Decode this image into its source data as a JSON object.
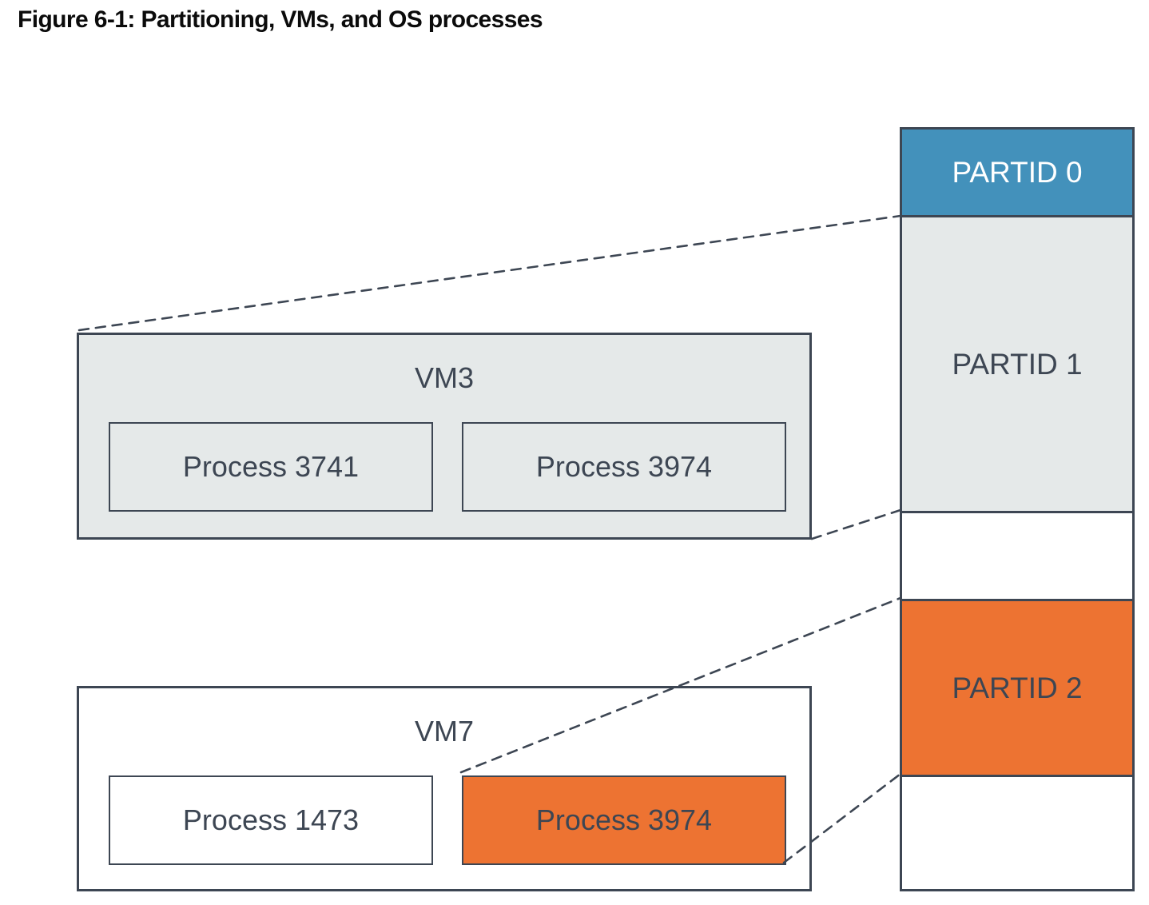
{
  "figure_title": "Figure 6-1: Partitioning, VMs, and OS processes",
  "colors": {
    "partition_blue": "#4391BB",
    "partition_gray": "#E5E9E9",
    "partition_orange": "#ED7332",
    "outline_dark": "#3D4653",
    "text_on_blue": "#FFFFFF",
    "text_dark": "#3D4653",
    "connector": "#3D4653",
    "background": "#FFFFFF"
  },
  "partition_column": {
    "segments": [
      {
        "label": "PARTID 0",
        "fill": "#4391BB",
        "text_color": "#FFFFFF"
      },
      {
        "label": "PARTID 1",
        "fill": "#E5E9E9",
        "text_color": "#3D4653"
      },
      {
        "label": "",
        "fill": "#FFFFFF",
        "text_color": "#3D4653"
      },
      {
        "label": "PARTID 2",
        "fill": "#ED7332",
        "text_color": "#3D4653"
      },
      {
        "label": "",
        "fill": "#FFFFFF",
        "text_color": "#3D4653"
      }
    ]
  },
  "vms": [
    {
      "label": "VM3",
      "fill": "#E5E9E9",
      "processes": [
        {
          "label": "Process 3741",
          "fill": "#E5E9E9"
        },
        {
          "label": "Process 3974",
          "fill": "#E5E9E9"
        }
      ]
    },
    {
      "label": "VM7",
      "fill": "#FFFFFF",
      "processes": [
        {
          "label": "Process 1473",
          "fill": "#FFFFFF"
        },
        {
          "label": "Process 3974",
          "fill": "#ED7332"
        }
      ]
    }
  ]
}
